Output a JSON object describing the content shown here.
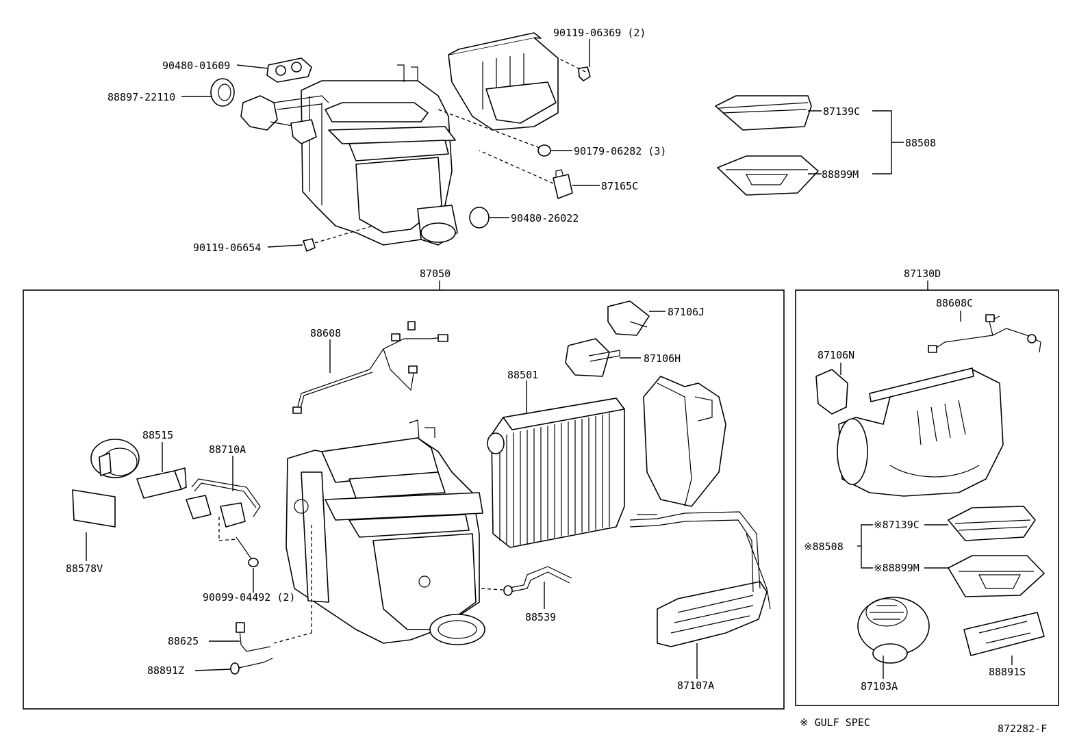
{
  "labels": {
    "p90119_06369": "90119-06369 (2)",
    "p90480_01609": "90480-01609",
    "p88897_22110": "88897-22110",
    "p90179_06282": "90179-06282 (3)",
    "p87165C": "87165C",
    "p90480_26022": "90480-26022",
    "p90119_06654": "90119-06654",
    "p87139C": "87139C",
    "p88508": "88508",
    "p88899M": "88899M",
    "p87050": "87050",
    "p87130D": "87130D",
    "p88608": "88608",
    "p87106J": "87106J",
    "p87106H": "87106H",
    "p88501": "88501",
    "p88515": "88515",
    "p88710A": "88710A",
    "p88578V": "88578V",
    "p90099_04492": "90099-04492 (2)",
    "p88539": "88539",
    "p88625": "88625",
    "p88891Z": "88891Z",
    "p87107A": "87107A",
    "p88608C": "88608C",
    "p87106N": "87106N",
    "p87139C_gulf": "※87139C",
    "p88508_gulf": "※88508",
    "p88899M_gulf": "※88899M",
    "p87103A": "87103A",
    "p88891S": "88891S"
  },
  "footnote": "※ GULF SPEC",
  "diagram_id": "872282-F"
}
